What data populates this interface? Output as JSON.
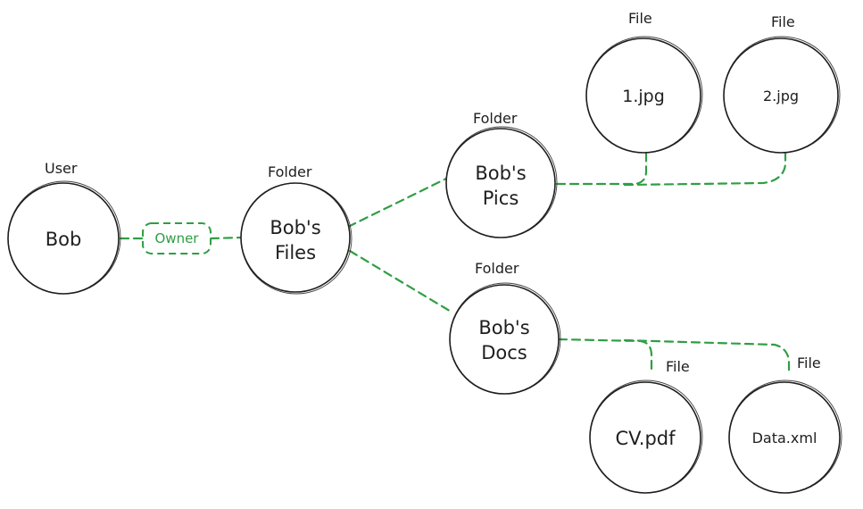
{
  "diagram": {
    "edge_color": "#2f9e44",
    "stroke_color": "#1e1e1e",
    "edge_label": "Owner",
    "nodes": {
      "bob": {
        "type": "User",
        "lines": [
          "Bob"
        ]
      },
      "bobs_files": {
        "type": "Folder",
        "lines": [
          "Bob's",
          "Files"
        ]
      },
      "bobs_pics": {
        "type": "Folder",
        "lines": [
          "Bob's",
          "Pics"
        ]
      },
      "bobs_docs": {
        "type": "Folder",
        "lines": [
          "Bob's",
          "Docs"
        ]
      },
      "jpg1": {
        "type": "File",
        "lines": [
          "1.jpg"
        ]
      },
      "jpg2": {
        "type": "File",
        "lines": [
          "2.jpg"
        ]
      },
      "cv_pdf": {
        "type": "File",
        "lines": [
          "CV.pdf"
        ]
      },
      "data_xml": {
        "type": "File",
        "lines": [
          "Data.xml"
        ]
      }
    }
  }
}
